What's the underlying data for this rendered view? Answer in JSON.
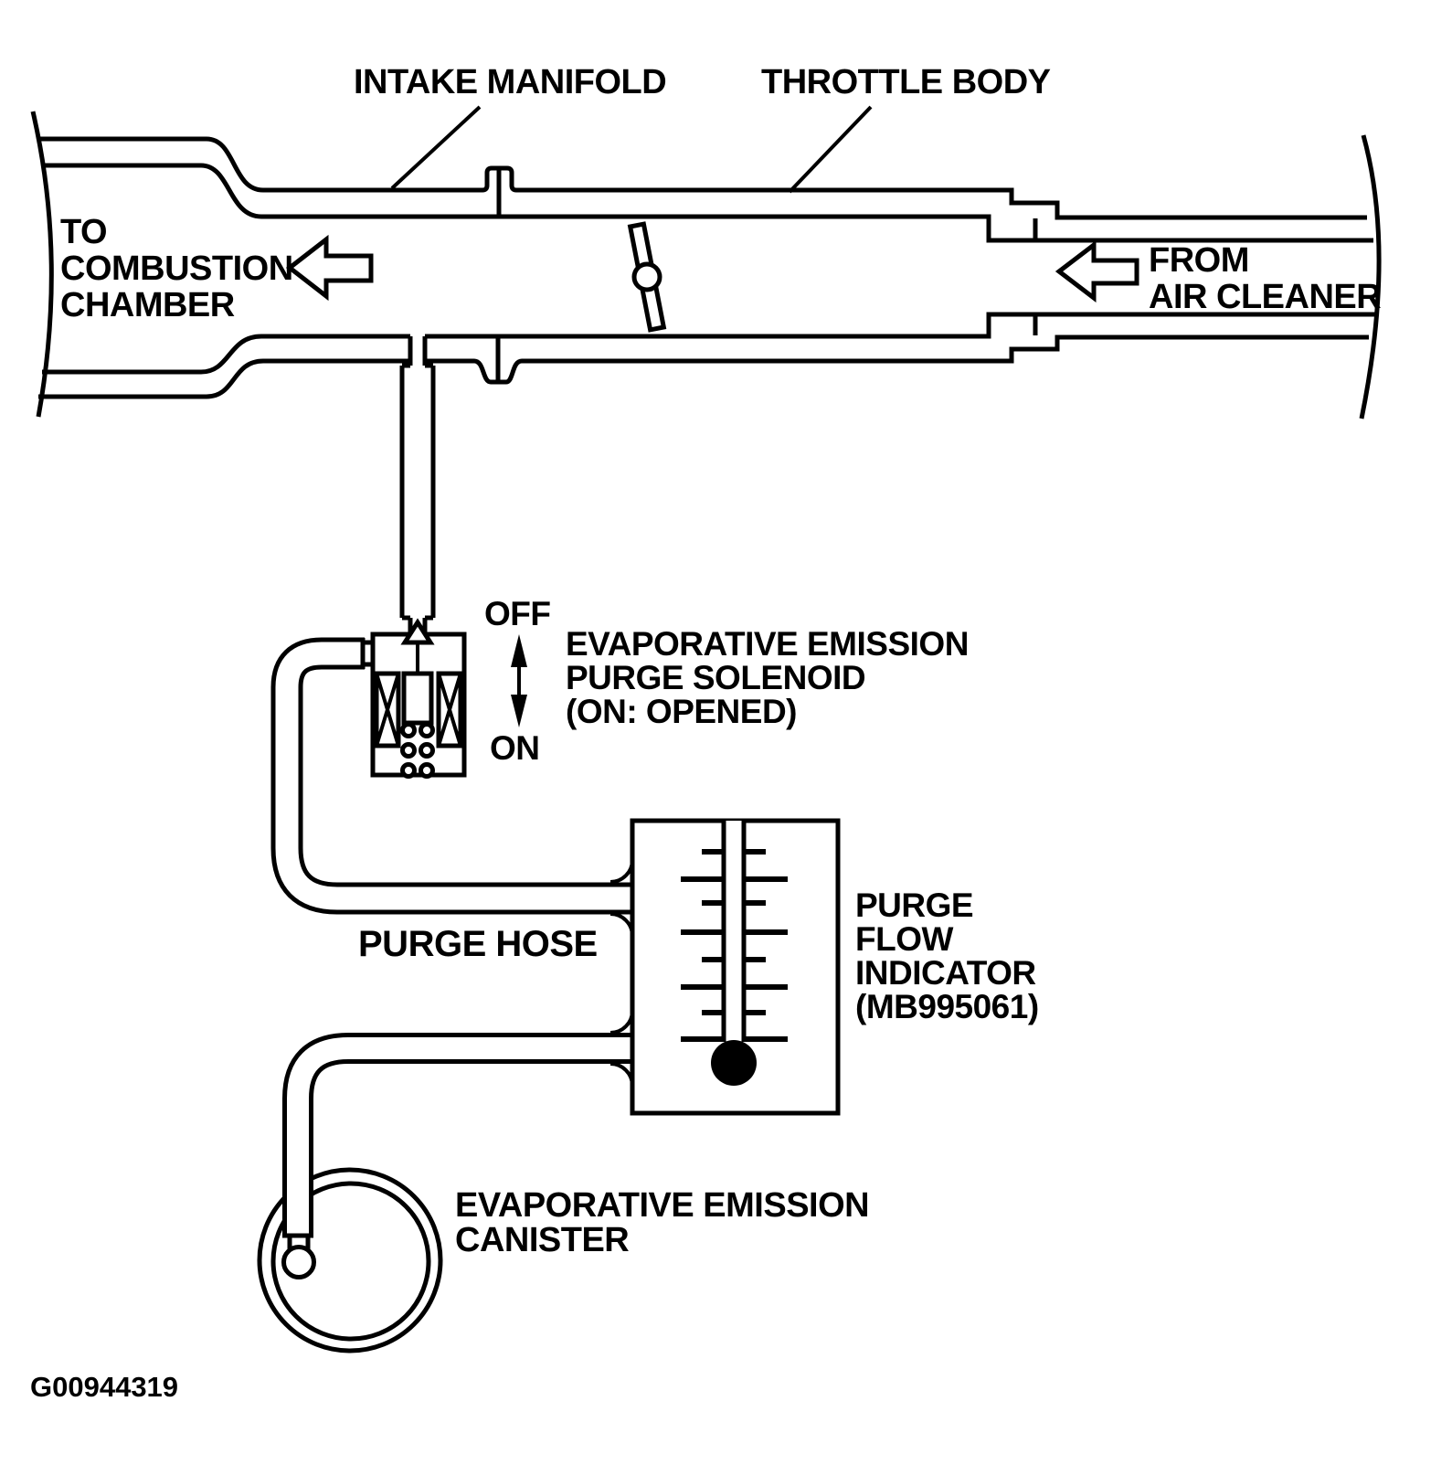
{
  "figure": {
    "code": "G00944319",
    "labels": {
      "intake_manifold": "INTAKE MANIFOLD",
      "throttle_body": "THROTTLE BODY",
      "to_combustion_chamber": [
        "TO",
        "COMBUSTION",
        "CHAMBER"
      ],
      "from_air_cleaner": [
        "FROM",
        "AIR CLEANER"
      ],
      "solenoid_state_off": "OFF",
      "solenoid_state_on": "ON",
      "purge_solenoid": [
        "EVAPORATIVE EMISSION",
        "PURGE SOLENOID",
        "(ON: OPENED)"
      ],
      "purge_hose": "PURGE HOSE",
      "purge_flow_indicator": [
        "PURGE",
        "FLOW",
        "INDICATOR",
        "(MB995061)"
      ],
      "evaporative_emission_canister": [
        "EVAPORATIVE EMISSION",
        "CANISTER"
      ]
    },
    "colors": {
      "line": "#000000",
      "background": "#ffffff",
      "indicator_ball": "#000000"
    }
  }
}
